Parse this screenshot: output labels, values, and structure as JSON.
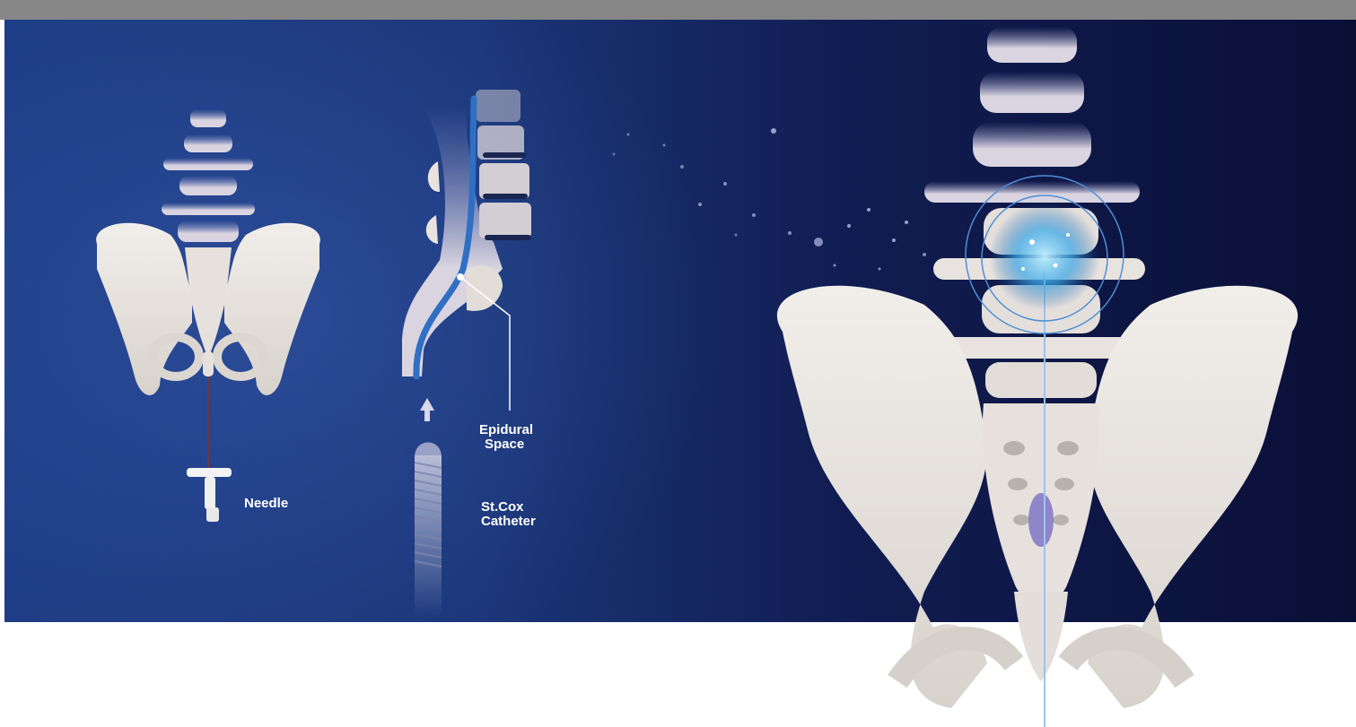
{
  "labels": {
    "needle": "Needle",
    "epidural_space": [
      "Epidural",
      "Space"
    ],
    "catheter": [
      "St.Cox",
      "Catheter"
    ]
  },
  "colors": {
    "top_bar": "#868686",
    "banner_left": "#1e3d86",
    "banner_right": "#0a0f36",
    "bone": "#e8e3de",
    "catheter_blue": "#2f6fc4",
    "glow": "#6fd0ff"
  }
}
